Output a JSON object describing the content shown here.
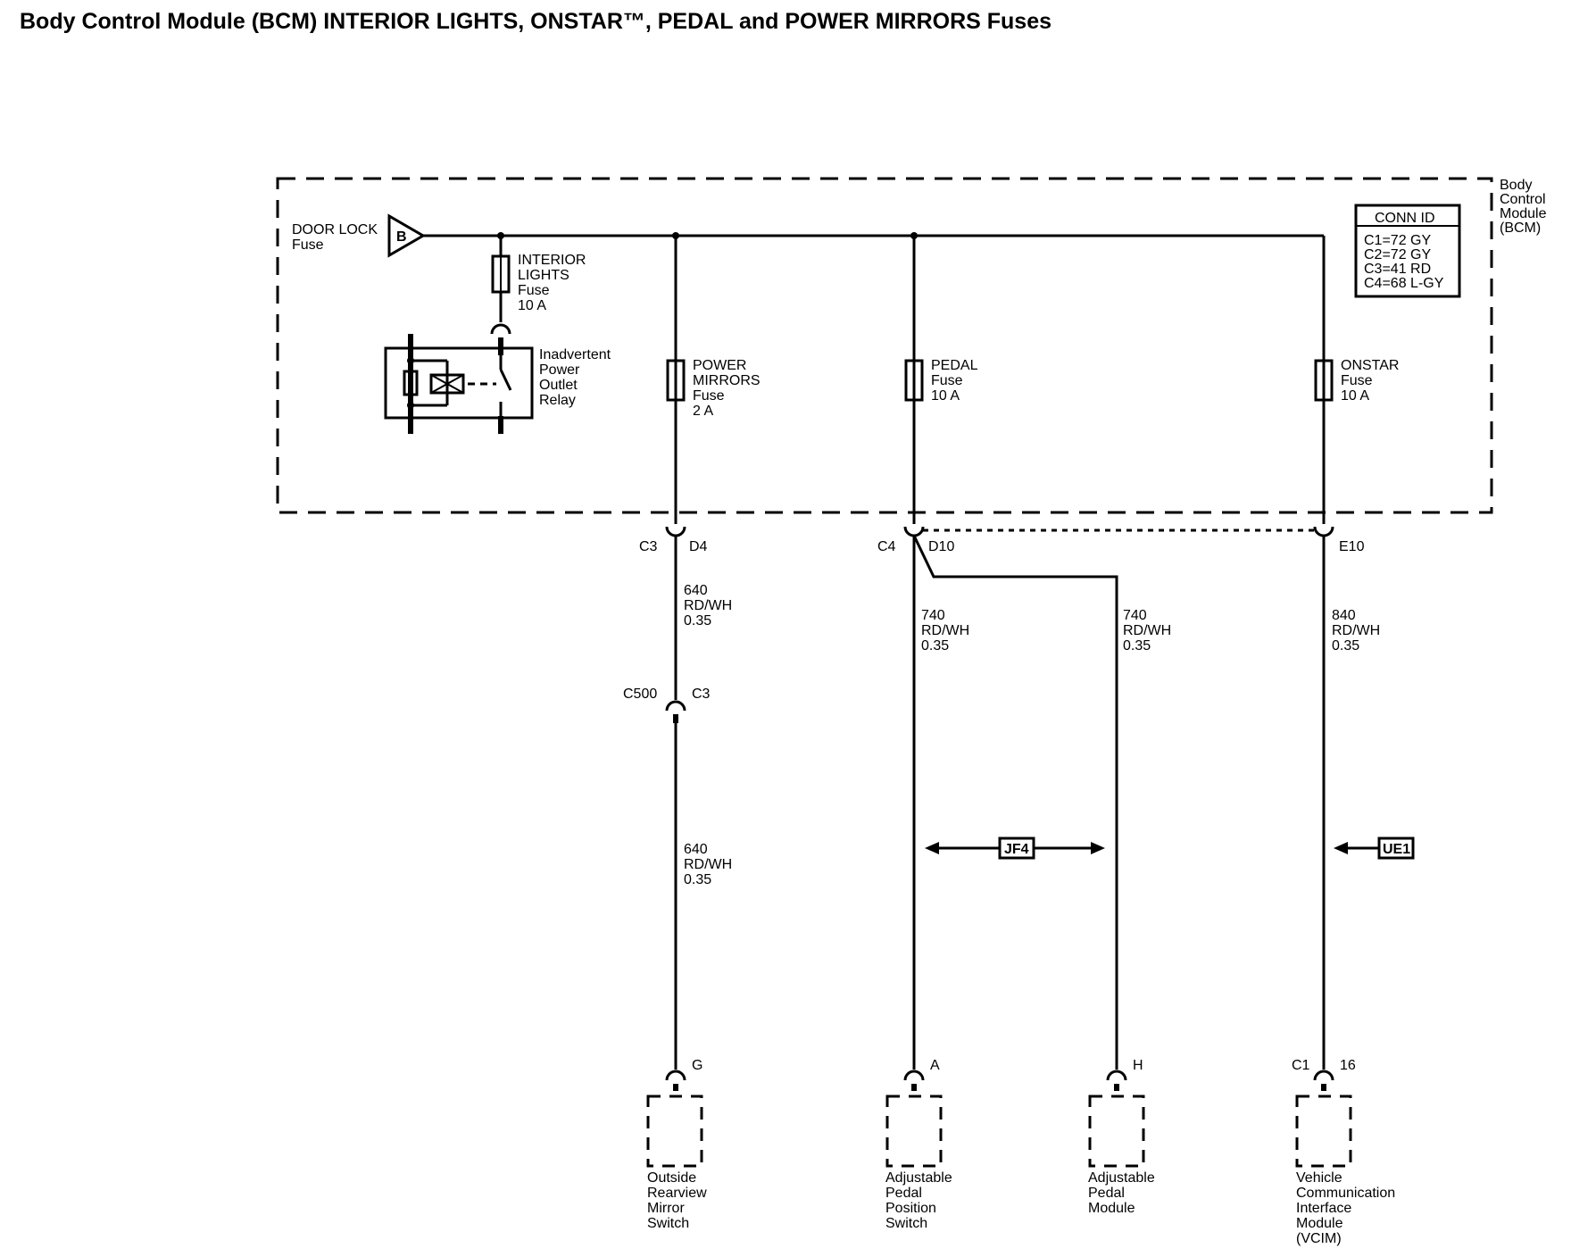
{
  "title": "Body Control Module (BCM) INTERIOR LIGHTS, ONSTAR™, PEDAL and POWER MIRRORS Fuses",
  "module": {
    "lines": [
      "Body",
      "Control",
      "Module",
      "(BCM)"
    ]
  },
  "conn_id": {
    "header": "CONN ID",
    "rows": [
      "C1=72 GY",
      "C2=72 GY",
      "C3=41 RD",
      "C4=68 L-GY"
    ]
  },
  "feed": {
    "lines": [
      "DOOR LOCK",
      "Fuse"
    ],
    "symbol": "B"
  },
  "fuses": {
    "interior": [
      "INTERIOR",
      "LIGHTS",
      "Fuse",
      "10 A"
    ],
    "mirrors": [
      "POWER",
      "MIRRORS",
      "Fuse",
      "2 A"
    ],
    "pedal": [
      "PEDAL",
      "Fuse",
      "10 A"
    ],
    "onstar": [
      "ONSTAR",
      "Fuse",
      "10 A"
    ]
  },
  "relay": {
    "lines": [
      "Inadvertent",
      "Power",
      "Outlet",
      "Relay"
    ]
  },
  "connectors": {
    "c3": "C3",
    "d4": "D4",
    "c4": "C4",
    "d10": "D10",
    "e10": "E10",
    "c500": "C500",
    "c500_pin": "C3",
    "g": "G",
    "a": "A",
    "h": "H",
    "c1": "C1",
    "pin16": "16"
  },
  "wires": {
    "w640": [
      "640",
      "RD/WH",
      "0.35"
    ],
    "w740": [
      "740",
      "RD/WH",
      "0.35"
    ],
    "w840": [
      "840",
      "RD/WH",
      "0.35"
    ]
  },
  "refs": {
    "jf4": "JF4",
    "ue1": "UE1"
  },
  "components": {
    "mirror": [
      "Outside",
      "Rearview",
      "Mirror",
      "Switch"
    ],
    "pedal_switch": [
      "Adjustable",
      "Pedal",
      "Position",
      "Switch"
    ],
    "pedal_module": [
      "Adjustable",
      "Pedal",
      "Module"
    ],
    "vcim": [
      "Vehicle",
      "Communication",
      "Interface",
      "Module",
      "(VCIM)"
    ]
  }
}
